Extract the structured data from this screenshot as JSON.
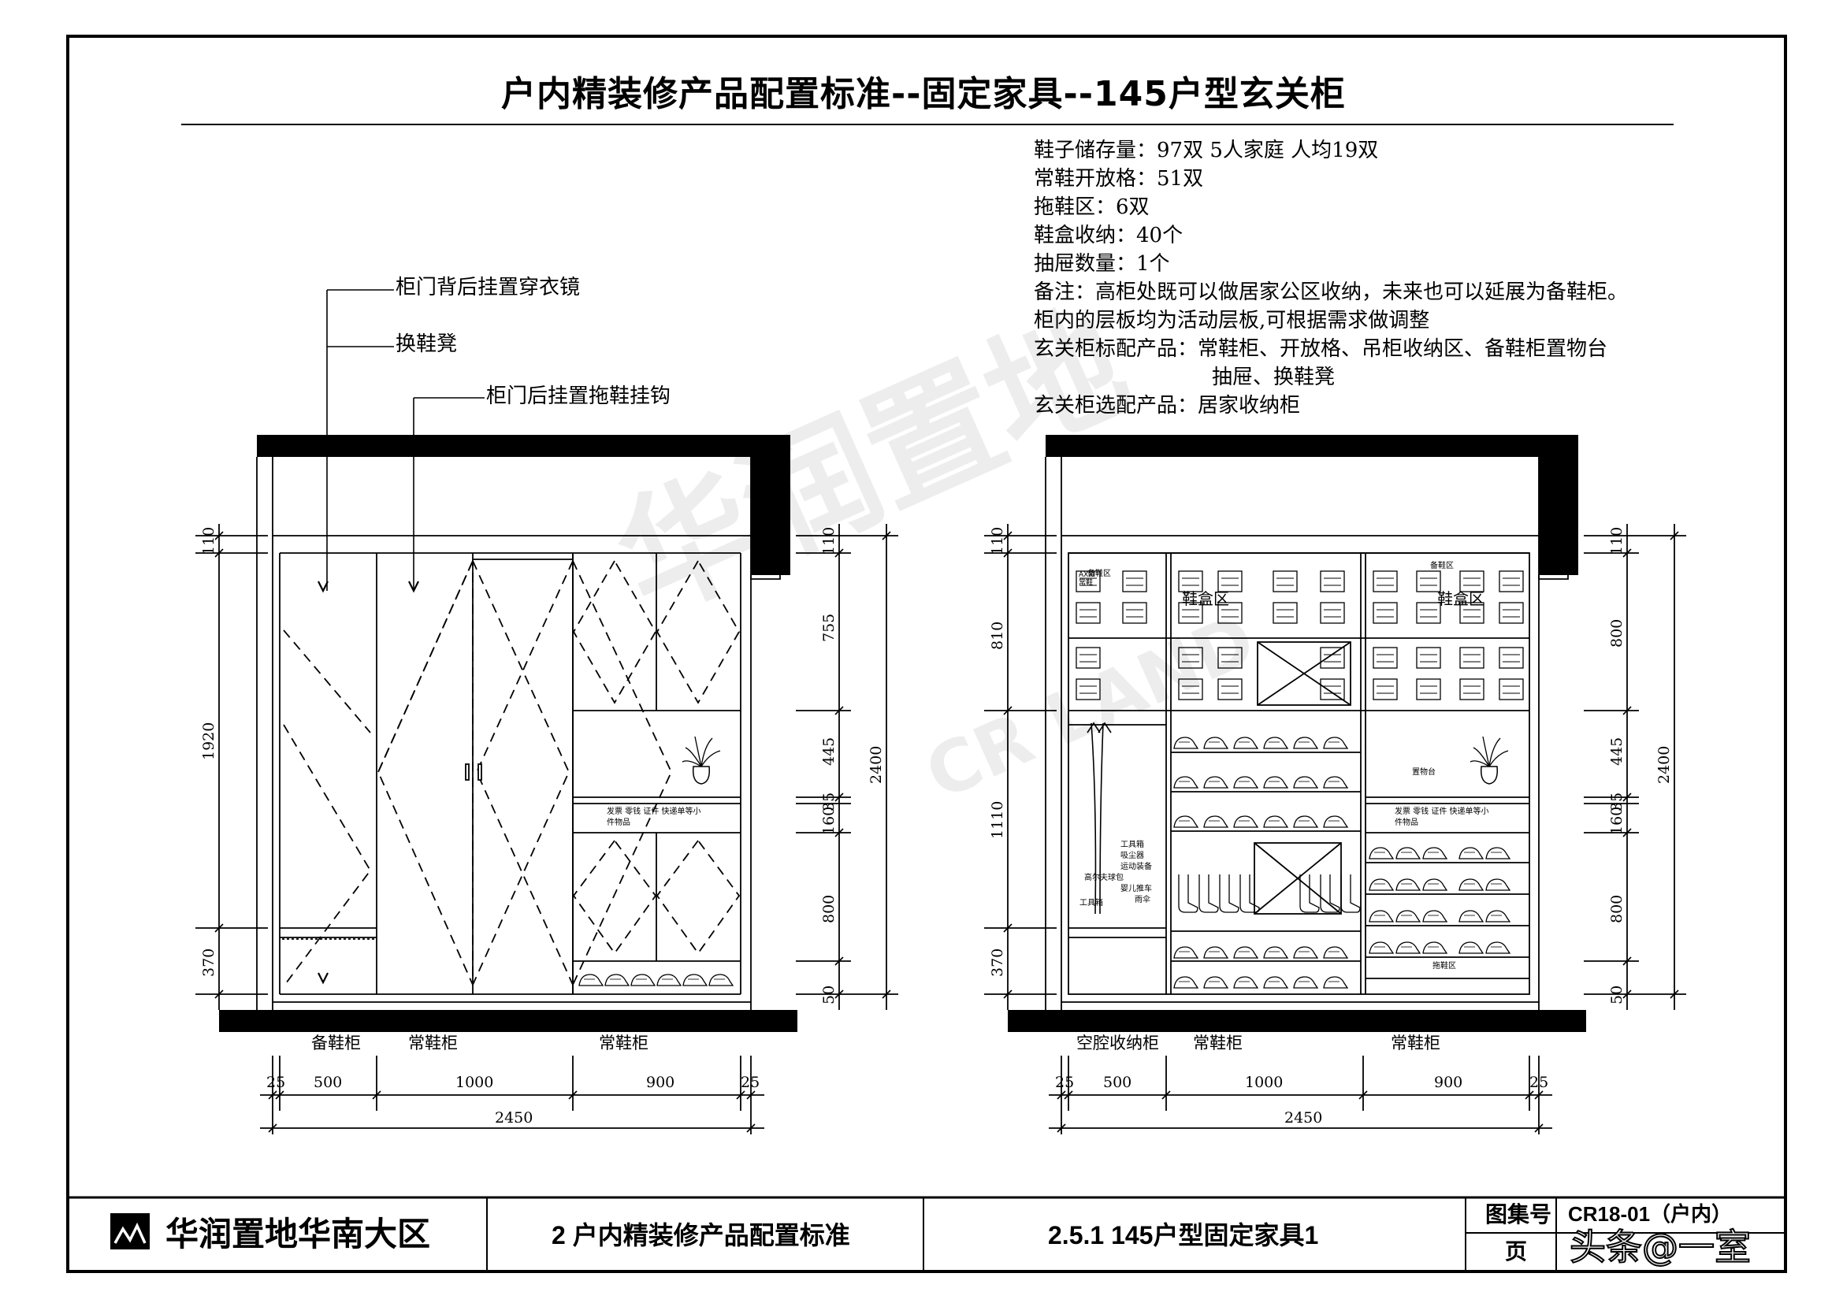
{
  "title": "户内精装修产品配置标准--固定家具--145户型玄关柜",
  "specs": [
    "鞋子储存量：97双 5人家庭 人均19双",
    "常鞋开放格：51双",
    "拖鞋区：6双",
    "鞋盒收纳：40个",
    "抽屉数量：1个",
    "备注：高柜处既可以做居家公区收纳，未来也可以延展为备鞋柜。",
    "柜内的层板均为活动层板,可根据需求做调整",
    "玄关柜标配产品：常鞋柜、开放格、吊柜收纳区、备鞋柜置物台",
    "抽屉、换鞋凳",
    "玄关柜选配产品：居家收纳柜"
  ],
  "left_elevation": {
    "callouts": [
      "柜门背后挂置穿衣镜",
      "换鞋凳",
      "柜门后挂置拖鞋挂钩"
    ],
    "cabinet_labels": [
      "备鞋柜",
      "常鞋柜",
      "常鞋柜"
    ],
    "shelf_note": [
      "发票 零钱 证件 快递单等小",
      "件物品"
    ],
    "dims_left": [
      "110",
      "1920",
      "370"
    ],
    "dims_right": [
      "110",
      "755",
      "445",
      "35",
      "160",
      "800",
      "50",
      "2400"
    ],
    "dims_bottom": [
      "25",
      "500",
      "1000",
      "900",
      "25",
      "2450"
    ]
  },
  "right_elevation": {
    "cabinet_labels": [
      "空腔收纳柜",
      "常鞋柜",
      "常鞋柜"
    ],
    "zone_labels": [
      "备鞋区",
      "鞋盒区",
      "备鞋区",
      "鞋盒区",
      "置物台",
      "拖鞋区"
    ],
    "box_label": [
      "AXXI",
      "常鞋"
    ],
    "closet_notes": [
      "工具箱",
      "吸尘器",
      "运动装备",
      "高尔夫球包",
      "婴儿推车",
      "雨伞",
      "工具箱"
    ],
    "shelf_note": [
      "发票 零钱 证件 快递单等小",
      "件物品"
    ],
    "dims_left": [
      "110",
      "810",
      "1110",
      "370"
    ],
    "dims_right": [
      "110",
      "800",
      "445",
      "35",
      "160",
      "800",
      "50",
      "2400"
    ],
    "dims_bottom": [
      "25",
      "500",
      "1000",
      "900",
      "25",
      "2450"
    ]
  },
  "watermark": {
    "cn": "华润置地",
    "en": "CR LAND"
  },
  "title_block": {
    "company": "华润置地华南大区",
    "section": "2 户内精装修产品配置标准",
    "sheet_name": "2.5.1 145户型固定家具1",
    "atlas_label": "图集号",
    "atlas_value": "CR18-01（户内）",
    "page_label": "页",
    "page_value": ""
  },
  "credit": "头条@一室"
}
